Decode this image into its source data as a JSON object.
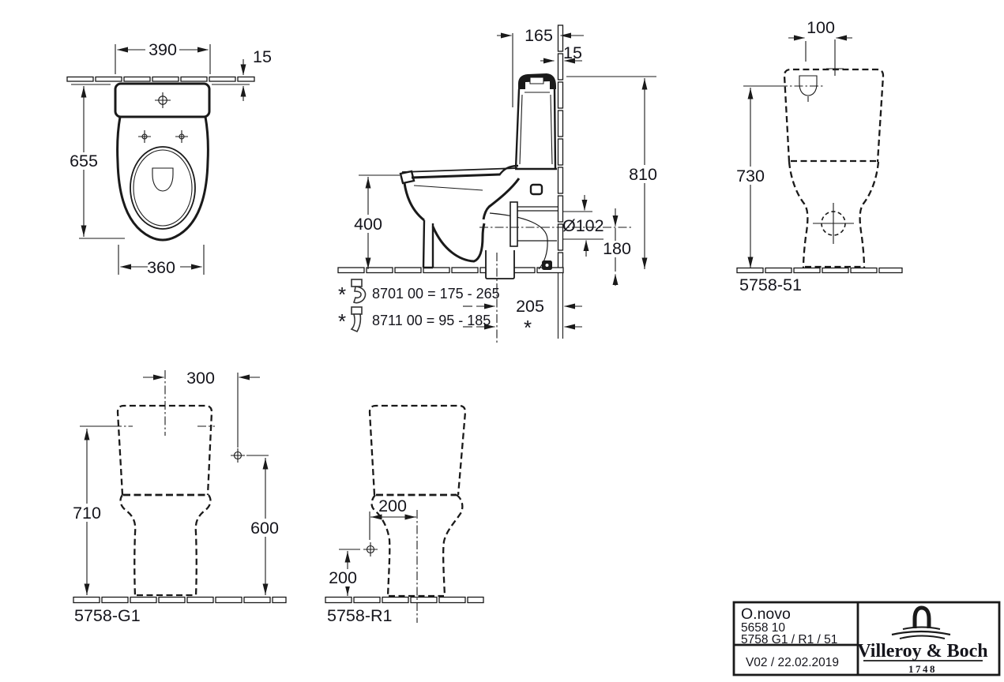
{
  "colors": {
    "ink": "#1a1a1a",
    "text": "#15151c",
    "background": "#ffffff"
  },
  "top_view": {
    "dim_cistern_width": "390",
    "dim_wall_offset": "15",
    "dim_depth": "655",
    "dim_bowl_width": "360"
  },
  "side_view": {
    "dim_cistern_depth": "165",
    "dim_wall_gap": "15",
    "dim_total_height": "810",
    "dim_seat_height": "400",
    "dim_outlet_diameter": "Ø102",
    "dim_outlet_center_height": "180",
    "dim_outlet_wall_distance": "205",
    "asterisk": "*",
    "notes": [
      {
        "marker": "*",
        "text": "8701 00 = 175 - 265"
      },
      {
        "marker": "*",
        "text": "8711 00 =  95 - 185"
      }
    ]
  },
  "front_view": {
    "label": "5758-51",
    "dim_inlet_offset": "100",
    "dim_inlet_height": "730"
  },
  "g1_view": {
    "label": "5758-G1",
    "dim_supply_offset": "300",
    "dim_height_left": "710",
    "dim_supply_height": "600"
  },
  "r1_view": {
    "label": "5758-R1",
    "dim_supply_offset": "200",
    "dim_supply_height": "200"
  },
  "title_block": {
    "product_line": "O.novo",
    "article_no": "5658 10",
    "model_nos": "5758 G1 / R1 / 51",
    "version_date": "V02 / 22.02.2019",
    "brand": "Villeroy & Boch",
    "brand_year": "1748"
  }
}
